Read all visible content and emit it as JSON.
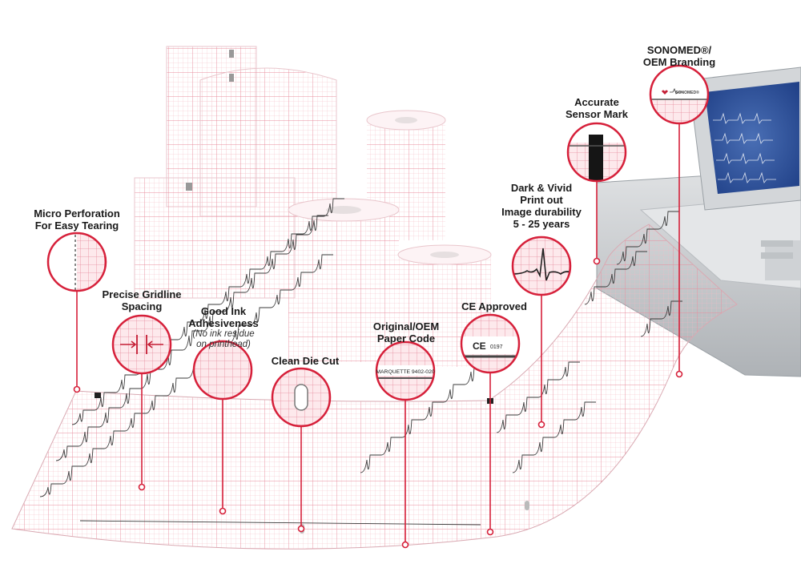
{
  "callouts": {
    "micro_perforation": {
      "line1": "Micro Perforation",
      "line2": "For Easy Tearing"
    },
    "gridline": {
      "line1": "Precise Gridline",
      "line2": "Spacing"
    },
    "ink": {
      "line1": "Good Ink",
      "line2": "Adhesiveness",
      "note1": "(No ink residue",
      "note2": "on printhead)"
    },
    "die_cut": {
      "line1": "Clean Die Cut"
    },
    "paper_code": {
      "line1": "Original/OEM",
      "line2": "Paper Code",
      "inset_text": "MARQUETTE 9402-020"
    },
    "ce": {
      "line1": "CE Approved",
      "inset_mark": "CE",
      "inset_code": "0197"
    },
    "print": {
      "line1": "Dark & Vivid",
      "line2": "Print out",
      "line3": "Image durability",
      "line4": "5 - 25 years"
    },
    "sensor": {
      "line1": "Accurate",
      "line2": "Sensor Mark"
    },
    "branding": {
      "line1": "SONOMED®/",
      "line2": "OEM Branding",
      "inset_text": "SONOMED®"
    }
  },
  "colors": {
    "accent": "#d6203a",
    "paper": "#fbe4e8",
    "grid": "#efa8b4",
    "trace": "#3a3a3a",
    "device": "#c9cccf"
  }
}
